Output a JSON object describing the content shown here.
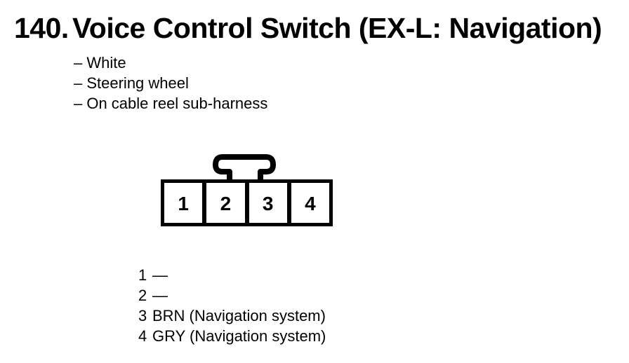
{
  "document": {
    "item_number": "140.",
    "title": "Voice Control Switch (EX-L: Navigation)",
    "notes": [
      "– White",
      "– Steering wheel",
      "– On cable reel sub-harness"
    ]
  },
  "connector": {
    "cavities": [
      "1",
      "2",
      "3",
      "4"
    ]
  },
  "pinout": {
    "rows": [
      {
        "pin": "1",
        "wire": "—"
      },
      {
        "pin": "2",
        "wire": "—"
      },
      {
        "pin": "3",
        "wire": "BRN (Navigation system)"
      },
      {
        "pin": "4",
        "wire": "GRY (Navigation system)"
      }
    ]
  },
  "colors": {
    "ink": "#000000",
    "paper": "#ffffff"
  }
}
